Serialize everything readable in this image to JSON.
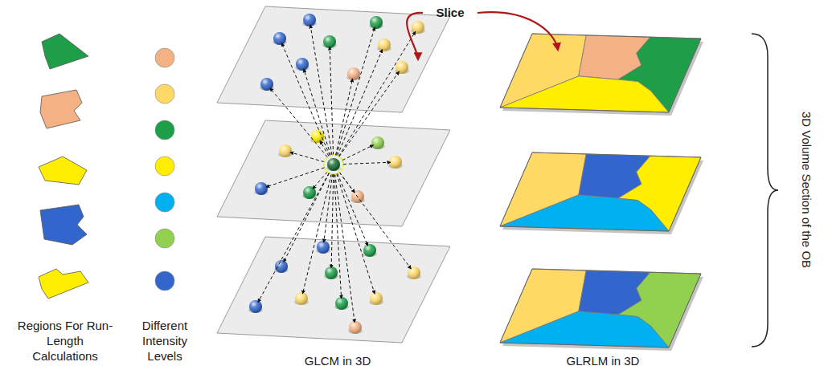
{
  "diagram": {
    "labels": [
      "Slice",
      "Regions For Run-Length Calculations",
      "Different Intensity Levels",
      "GLCM in 3D",
      "GLRLM in 3D",
      "3D Volume Section of the OB"
    ]
  }
}
